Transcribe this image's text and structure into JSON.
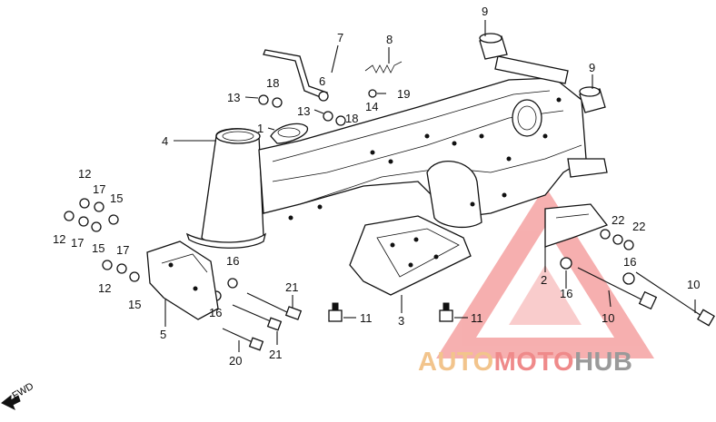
{
  "callouts": [
    {
      "text": "1"
    },
    {
      "text": "2"
    },
    {
      "text": "3"
    },
    {
      "text": "4"
    },
    {
      "text": "5"
    },
    {
      "text": "6"
    },
    {
      "text": "7"
    },
    {
      "text": "8"
    },
    {
      "text": "9"
    },
    {
      "text": "9"
    },
    {
      "text": "10"
    },
    {
      "text": "10"
    },
    {
      "text": "11"
    },
    {
      "text": "11"
    },
    {
      "text": "12"
    },
    {
      "text": "12"
    },
    {
      "text": "12"
    },
    {
      "text": "13"
    },
    {
      "text": "13"
    },
    {
      "text": "14"
    },
    {
      "text": "15"
    },
    {
      "text": "15"
    },
    {
      "text": "15"
    },
    {
      "text": "16"
    },
    {
      "text": "16"
    },
    {
      "text": "16"
    },
    {
      "text": "16"
    },
    {
      "text": "17"
    },
    {
      "text": "17"
    },
    {
      "text": "17"
    },
    {
      "text": "18"
    },
    {
      "text": "18"
    },
    {
      "text": "19"
    },
    {
      "text": "20"
    },
    {
      "text": "21"
    },
    {
      "text": "21"
    },
    {
      "text": "22"
    },
    {
      "text": "22"
    }
  ],
  "fwd_label": "FWD",
  "watermark": {
    "parts": [
      "AUTO",
      "MOTO",
      "HUB"
    ],
    "colors": {
      "auto": "#f2c48c",
      "moto": "#ef8a8a",
      "hub": "#9a9a9a",
      "triangle": "#ef6f6f"
    }
  }
}
